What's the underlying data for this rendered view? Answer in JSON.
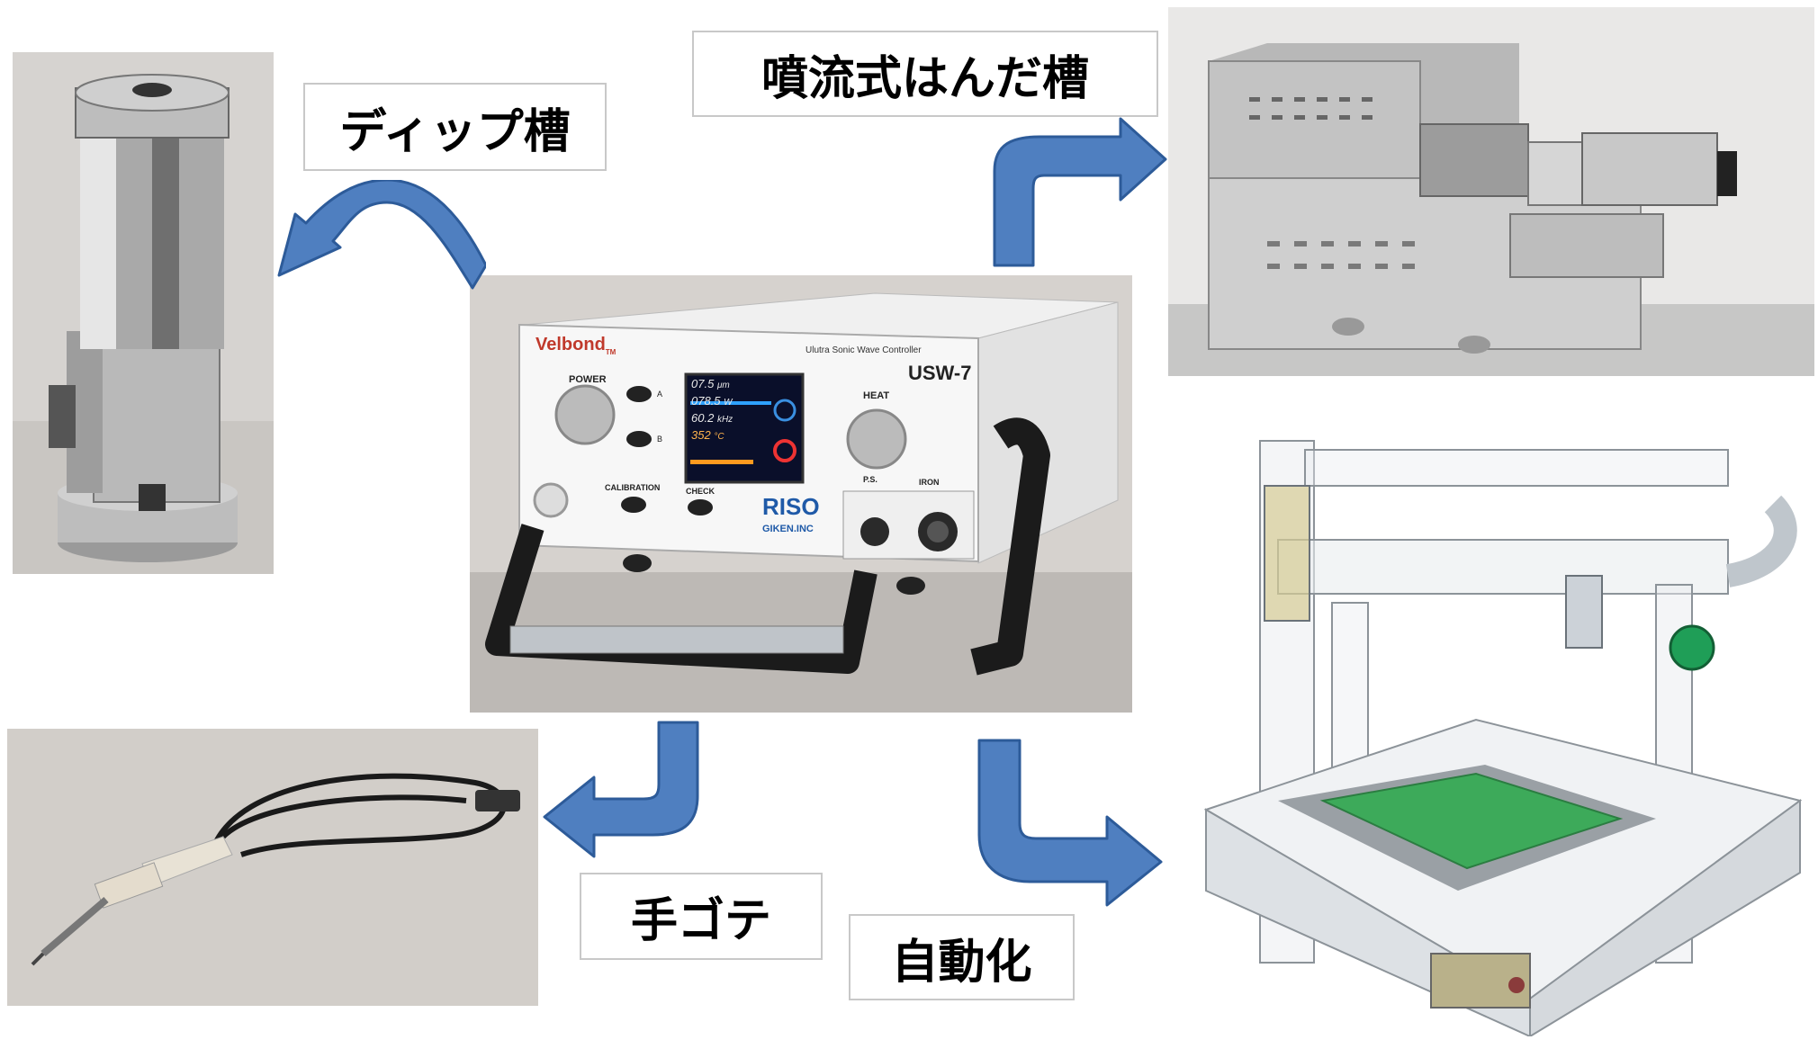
{
  "labels": {
    "dip": "ディップ槽",
    "wave": "噴流式はんだ槽",
    "iron": "手ゴテ",
    "auto": "自動化"
  },
  "controller": {
    "brand": "Velbond",
    "tm": "TM",
    "subtitle": "Ulutra Sonic Wave Controller",
    "model": "USW-7",
    "power": "POWER",
    "heat": "HEAT",
    "calibration": "CALIBRATION",
    "check": "CHECK",
    "ps": "P.S.",
    "iron": "IRON",
    "btn_a": "A",
    "btn_b": "B",
    "maker": "RISO",
    "maker_sub": "GIKEN.INC",
    "lcd": {
      "line1": "07.5",
      "line1_unit": "μm",
      "line2": "078.5",
      "line2_unit": "W",
      "line3": "60.2",
      "line3_unit": "kHz",
      "line4": "352",
      "line4_unit": "°C"
    }
  },
  "colors": {
    "arrow_fill": "#4f7fc0",
    "arrow_stroke": "#2d5b99",
    "label_border": "#c8c8c8",
    "pcb_green": "#3daa5a"
  }
}
